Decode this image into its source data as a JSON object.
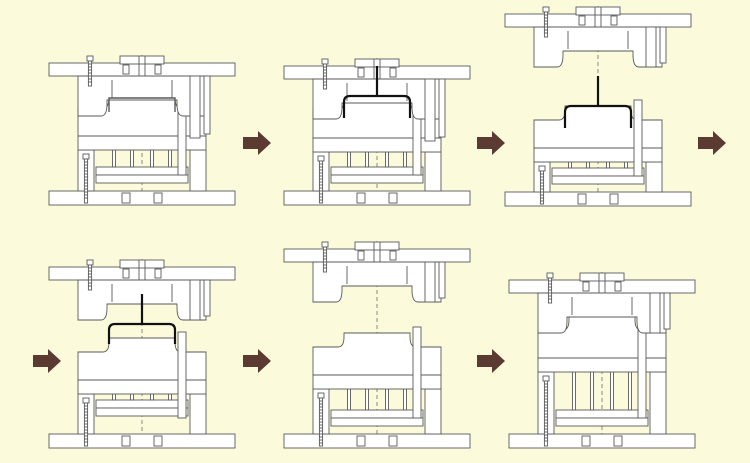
{
  "colors": {
    "background": "#fbfbdc",
    "line": "#5a5a5a",
    "fill": "#ffffff",
    "product": "#111111",
    "arrow": "#5b3a32"
  },
  "stages": [
    {
      "name": "mold-closed",
      "state": "closed"
    },
    {
      "name": "mold-open-start",
      "state": "open-start"
    },
    {
      "name": "mold-open-part-on-core",
      "state": "open"
    },
    {
      "name": "part-ejected",
      "state": "eject"
    },
    {
      "name": "part-removed",
      "state": "removed"
    },
    {
      "name": "mold-closing",
      "state": "closing"
    }
  ],
  "arrows": [
    {
      "name": "flow-arrow-1",
      "icon": "right-arrow-icon"
    },
    {
      "name": "flow-arrow-2",
      "icon": "right-arrow-icon"
    },
    {
      "name": "flow-arrow-3",
      "icon": "right-arrow-icon"
    },
    {
      "name": "flow-arrow-4",
      "icon": "right-arrow-icon"
    },
    {
      "name": "flow-arrow-5",
      "icon": "right-arrow-icon"
    },
    {
      "name": "flow-arrow-6",
      "icon": "right-arrow-icon"
    }
  ]
}
